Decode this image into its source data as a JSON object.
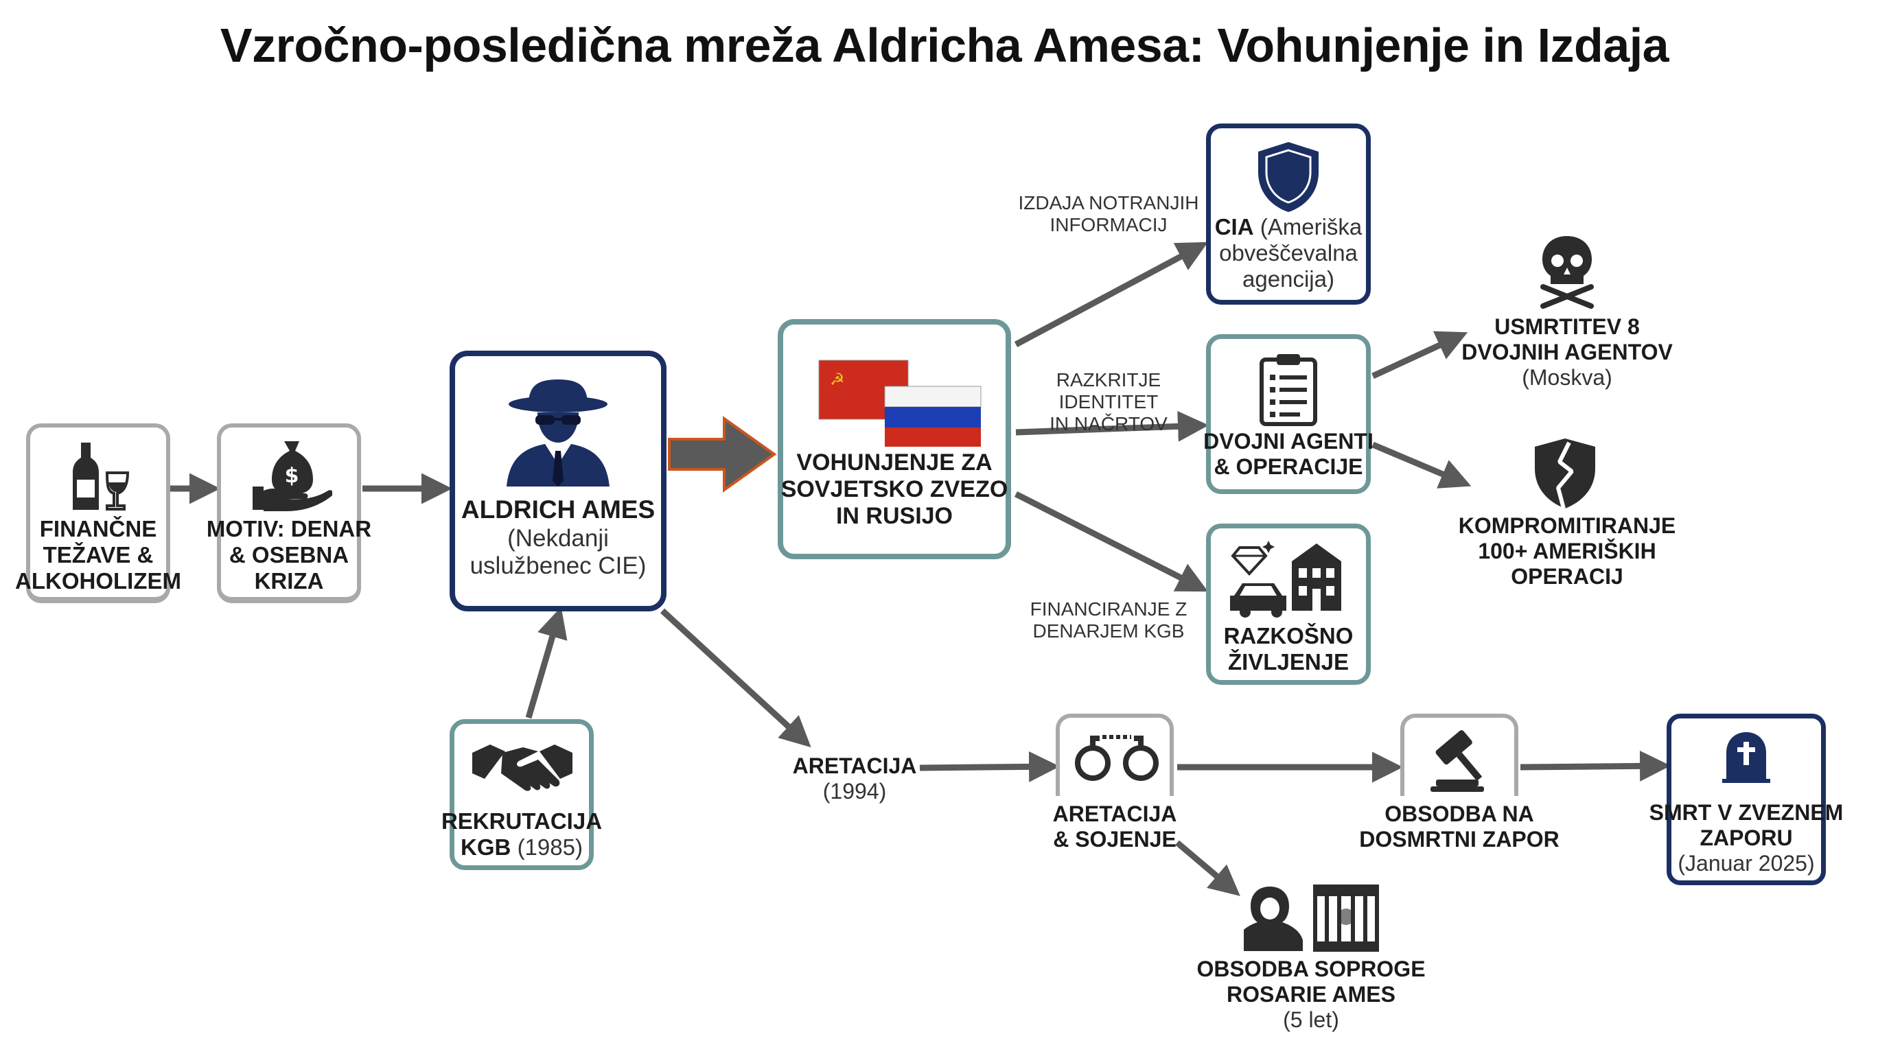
{
  "title": "Vzročno-posledična mreža Aldricha Amesa: Vohunjenje in Izdaja",
  "colors": {
    "navy": "#1c2f63",
    "teal": "#6e9898",
    "grey": "#a9a9a9",
    "arrow": "#5a5a5a",
    "accent_orange": "#c9561d",
    "soviet_red": "#cc2b1d",
    "russia_blue": "#1d3fb5"
  },
  "nodes": {
    "financial": {
      "icon": "wine-bottle-glass-icon",
      "l1": "FINANČNE",
      "l2": "TEŽAVE &",
      "l3": "ALKOHOLIZEM"
    },
    "motive": {
      "icon": "money-bag-hand-icon",
      "l1": "MOTIV: DENAR",
      "l2": "& OSEBNA",
      "l3": "KRIZA"
    },
    "ames": {
      "icon": "spy-icon",
      "name": "ALDRICH AMES",
      "sub1": "(Nekdanji",
      "sub2": "uslužbenec CIE)"
    },
    "recruit": {
      "icon": "handshake-icon",
      "l1": "REKRUTACIJA",
      "l2b": "KGB",
      "l2r": "(1985)"
    },
    "espionage": {
      "icon": "ussr-russia-flags-icon",
      "l1": "VOHUNJENJE ZA",
      "l2": "SOVJETSKO ZVEZO",
      "l3": "IN RUSIJO"
    },
    "cia": {
      "icon": "shield-icon",
      "b": "CIA",
      "r1": "(Ameriška",
      "r2": "obveščevalna",
      "r3": "agencija)"
    },
    "double": {
      "icon": "clipboard-icon",
      "l1": "DVOJNI AGENTI",
      "l2": "& OPERACIJE"
    },
    "luxury": {
      "icon": "diamond-car-house-icon",
      "l1": "RAZKOŠNO",
      "l2": "ŽIVLJENJE"
    },
    "executions": {
      "icon": "skull-crossbones-icon",
      "l1": "USMRTITEV 8",
      "l2": "DVOJNIH AGENTOV",
      "l3": "(Moskva)"
    },
    "compromise": {
      "icon": "broken-shield-icon",
      "l1": "KOMPROMITIRANJE",
      "l2": "100+ AMERIŠKIH",
      "l3": "OPERACIJ"
    },
    "arrest_label": {
      "l1": "ARETACIJA",
      "l2": "(1994)"
    },
    "trial": {
      "icon": "handcuffs-icon",
      "l1": "ARETACIJA",
      "l2": "& SOJENJE"
    },
    "sentence": {
      "icon": "gavel-icon",
      "l1": "OBSODBA NA",
      "l2": "DOSMRTNI ZAPOR"
    },
    "death": {
      "icon": "tombstone-icon",
      "l1": "SMRT V ZVEZNEM",
      "l2": "ZAPORU",
      "l3": "(Januar 2025)"
    },
    "wife": {
      "icon": "woman-prison-bars-icon",
      "l1": "OBSODBA SOPROGE",
      "l2": "ROSARIE AMES",
      "l3": "(5 let)"
    }
  },
  "edges": {
    "cia_edge": {
      "l1": "IZDAJA NOTRANJIH",
      "l2": "INFORMACIJ"
    },
    "double_edge": {
      "l1": "RAZKRITJE IDENTITET",
      "l2": "IN NAČRTOV"
    },
    "luxury_edge": {
      "l1": "FINANCIRANJE Z",
      "l2": "DENARJEM KGB"
    }
  }
}
